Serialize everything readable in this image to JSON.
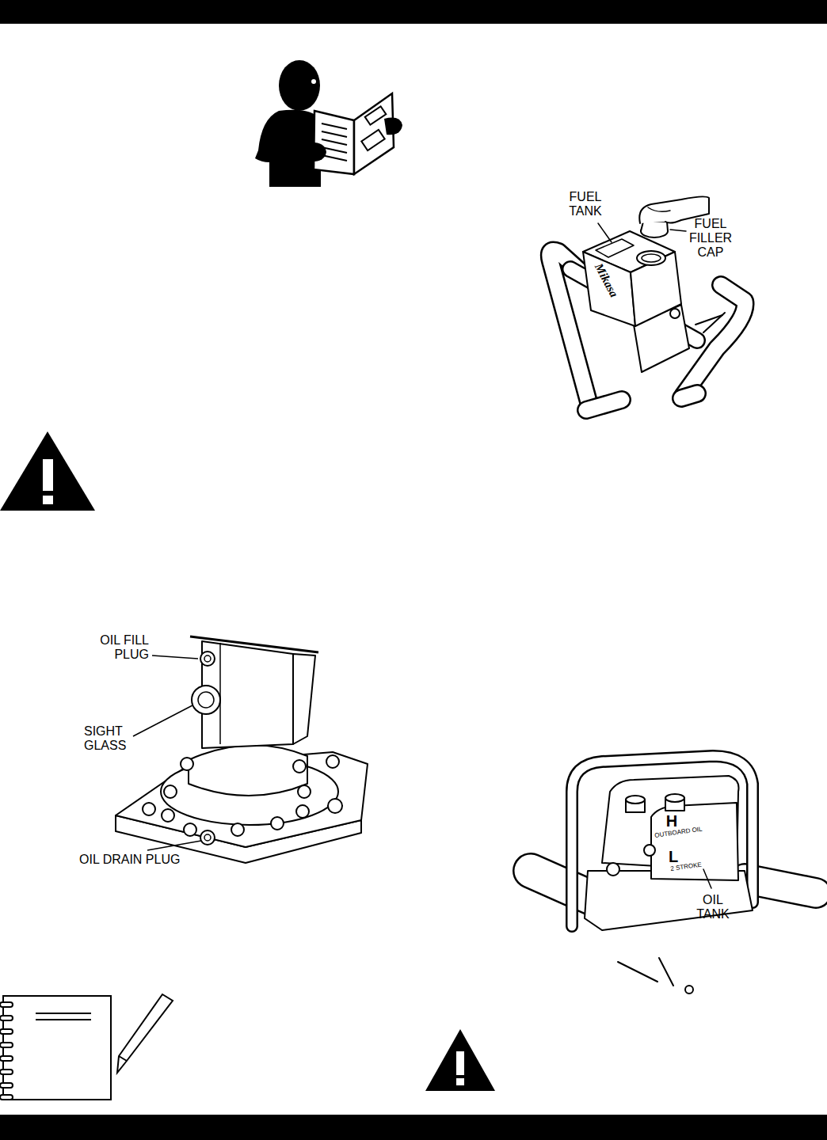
{
  "diagram": {
    "labels": [
      "FUEL TANK",
      "FUEL FILLER CAP",
      "Mikasa",
      "OIL FILL PLUG",
      "SIGHT GLASS",
      "OIL DRAIN PLUG",
      "H",
      "OUTBOARD OIL",
      "L",
      "2 STROKE",
      "OIL TANK"
    ]
  }
}
